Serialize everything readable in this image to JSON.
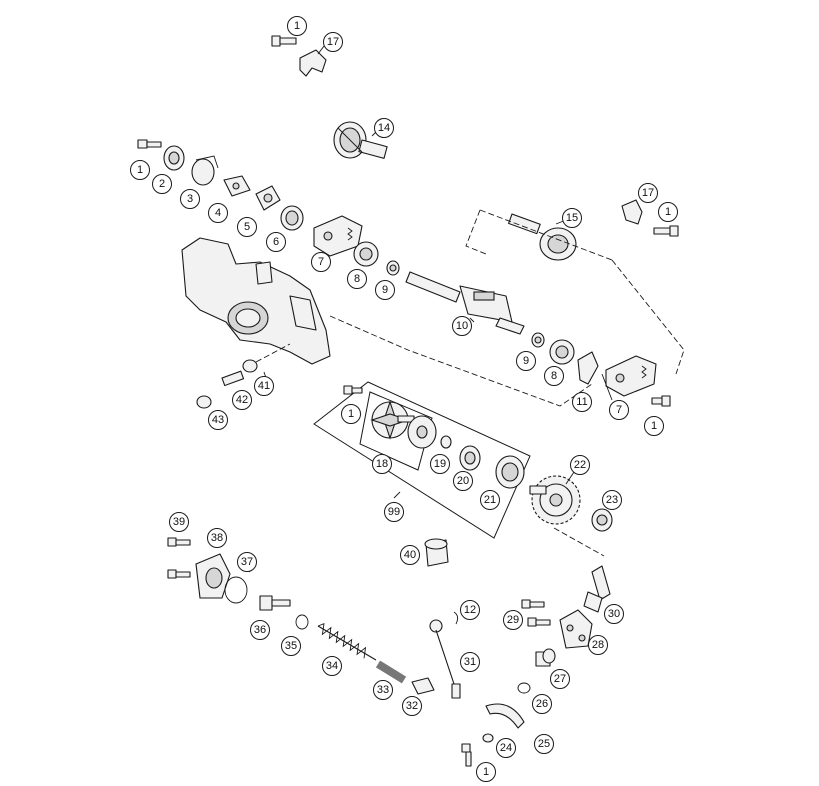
{
  "diagram": {
    "type": "exploded-parts-view",
    "callouts": [
      {
        "id": "c1a",
        "label": "1"
      },
      {
        "id": "c17a",
        "label": "17"
      },
      {
        "id": "c14",
        "label": "14"
      },
      {
        "id": "c1b",
        "label": "1"
      },
      {
        "id": "c2",
        "label": "2"
      },
      {
        "id": "c3",
        "label": "3"
      },
      {
        "id": "c4",
        "label": "4"
      },
      {
        "id": "c5",
        "label": "5"
      },
      {
        "id": "c6",
        "label": "6"
      },
      {
        "id": "c7a",
        "label": "7"
      },
      {
        "id": "c8a",
        "label": "8"
      },
      {
        "id": "c9a",
        "label": "9"
      },
      {
        "id": "c17b",
        "label": "17"
      },
      {
        "id": "c1c",
        "label": "1"
      },
      {
        "id": "c15",
        "label": "15"
      },
      {
        "id": "c10",
        "label": "10"
      },
      {
        "id": "c9b",
        "label": "9"
      },
      {
        "id": "c8b",
        "label": "8"
      },
      {
        "id": "c11",
        "label": "11"
      },
      {
        "id": "c7b",
        "label": "7"
      },
      {
        "id": "c1d",
        "label": "1"
      },
      {
        "id": "c41",
        "label": "41"
      },
      {
        "id": "c42",
        "label": "42"
      },
      {
        "id": "c43",
        "label": "43"
      },
      {
        "id": "c1e",
        "label": "1"
      },
      {
        "id": "c18",
        "label": "18"
      },
      {
        "id": "c19",
        "label": "19"
      },
      {
        "id": "c20",
        "label": "20"
      },
      {
        "id": "c21",
        "label": "21"
      },
      {
        "id": "c99",
        "label": "99"
      },
      {
        "id": "c22",
        "label": "22"
      },
      {
        "id": "c23",
        "label": "23"
      },
      {
        "id": "c40",
        "label": "40"
      },
      {
        "id": "c39",
        "label": "39"
      },
      {
        "id": "c38",
        "label": "38"
      },
      {
        "id": "c37",
        "label": "37"
      },
      {
        "id": "c36",
        "label": "36"
      },
      {
        "id": "c35",
        "label": "35"
      },
      {
        "id": "c34",
        "label": "34"
      },
      {
        "id": "c33",
        "label": "33"
      },
      {
        "id": "c32",
        "label": "32"
      },
      {
        "id": "c12",
        "label": "12"
      },
      {
        "id": "c31",
        "label": "31"
      },
      {
        "id": "c29",
        "label": "29"
      },
      {
        "id": "c30",
        "label": "30"
      },
      {
        "id": "c28",
        "label": "28"
      },
      {
        "id": "c27",
        "label": "27"
      },
      {
        "id": "c26",
        "label": "26"
      },
      {
        "id": "c25",
        "label": "25"
      },
      {
        "id": "c24",
        "label": "24"
      },
      {
        "id": "c1f",
        "label": "1"
      }
    ]
  }
}
